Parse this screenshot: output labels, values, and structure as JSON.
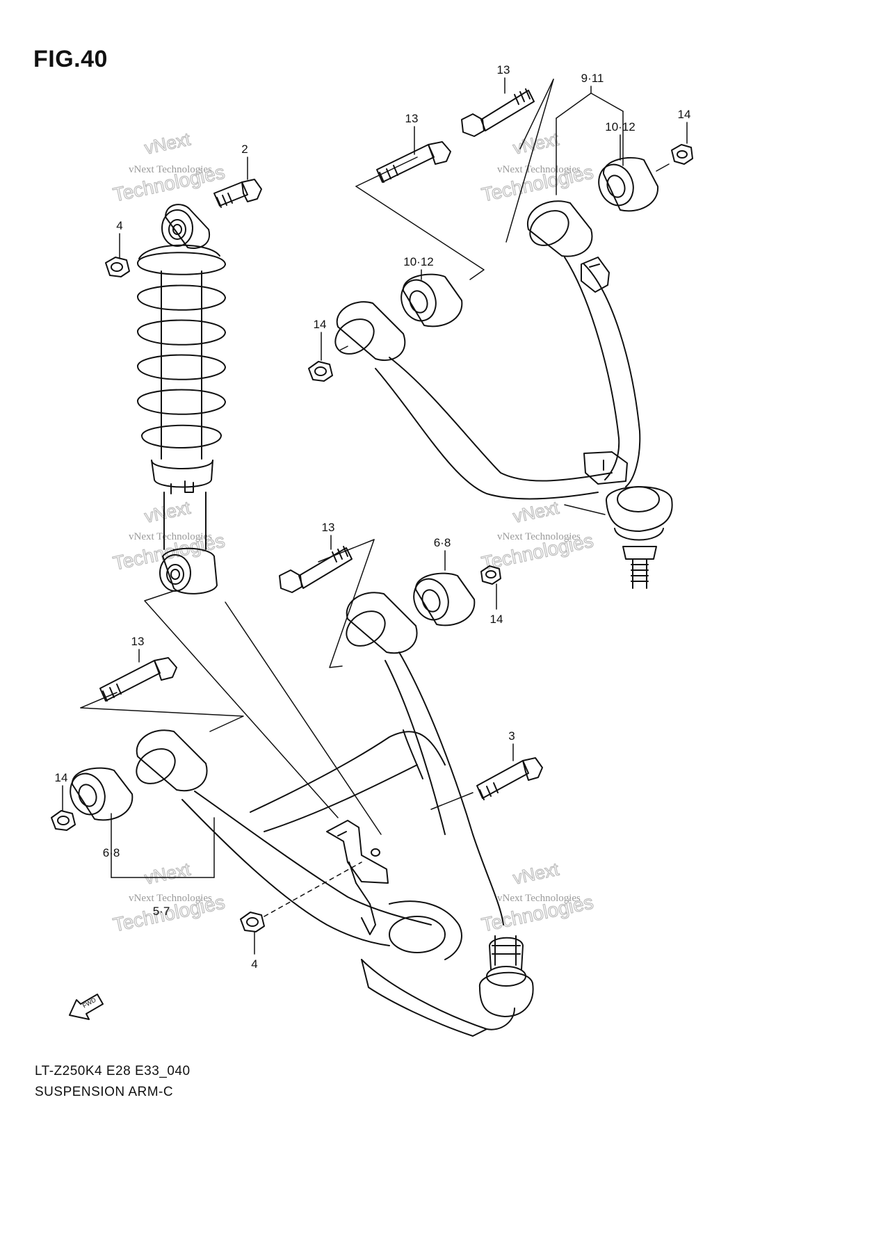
{
  "figure": {
    "title": "FIG.40",
    "model_code": "LT-Z250K4 E28 E33_040",
    "name": "SUSPENSION ARM-C"
  },
  "watermark": {
    "small": "vNext Technologies",
    "line1": "vNext",
    "line2": "Technologies"
  },
  "callouts": {
    "c1": "2",
    "c2": "4",
    "c3": "13",
    "c4": "13",
    "c5": "9·11",
    "c6": "10·12",
    "c7": "14",
    "c8": "10·12",
    "c9": "14",
    "c10": "13",
    "c11": "6·8",
    "c12": "14",
    "c13": "13",
    "c14": "3",
    "c15": "14",
    "c16": "6·8",
    "c17": "5·7",
    "c18": "4"
  },
  "badge": {
    "fwd": "FWD"
  }
}
